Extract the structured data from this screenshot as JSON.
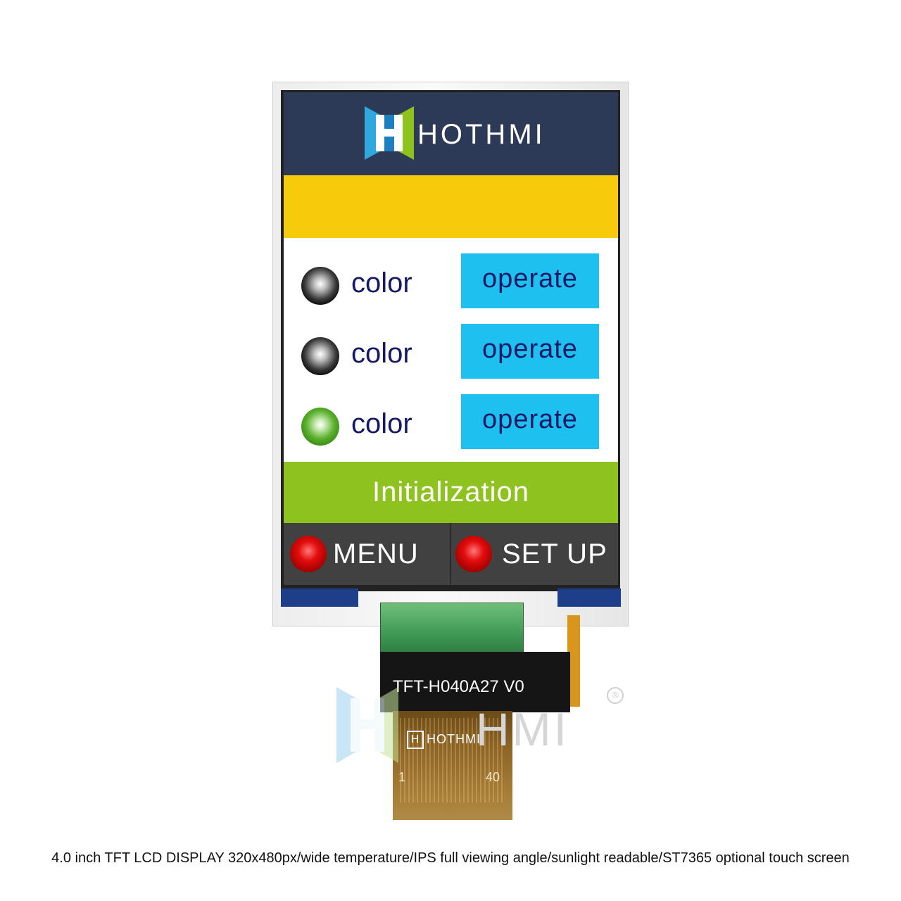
{
  "brand": {
    "name": "HOTHMI",
    "logo_colors": {
      "left": "#2fa8e0",
      "right": "#8dc21f"
    }
  },
  "screen": {
    "header_bg": "#2c3a58",
    "yellow_bar_color": "#f7cb0b",
    "rows": [
      {
        "indicator": "black-led",
        "label": "color",
        "button": "operate"
      },
      {
        "indicator": "black-led",
        "label": "color",
        "button": "operate"
      },
      {
        "indicator": "green-led",
        "label": "color",
        "button": "operate"
      }
    ],
    "init_button": "Initialization",
    "bottom": {
      "left_label": "MENU",
      "right_label": "SET UP",
      "indicator": "red-led"
    },
    "accent_colors": {
      "operate": "#1ec0ef",
      "init": "#8dc21f",
      "text": "#161a66"
    }
  },
  "fpc": {
    "part_label": "TFT-H040A27  V0",
    "logo_text": "HOTHMI",
    "logo_letter": "H",
    "pin_first": "1",
    "pin_last": "40"
  },
  "watermark": {
    "text": "HMI",
    "reg": "®"
  },
  "caption": "4.0 inch TFT LCD DISPLAY 320x480px/wide temperature/IPS full viewing angle/sunlight readable/ST7365 optional touch screen"
}
